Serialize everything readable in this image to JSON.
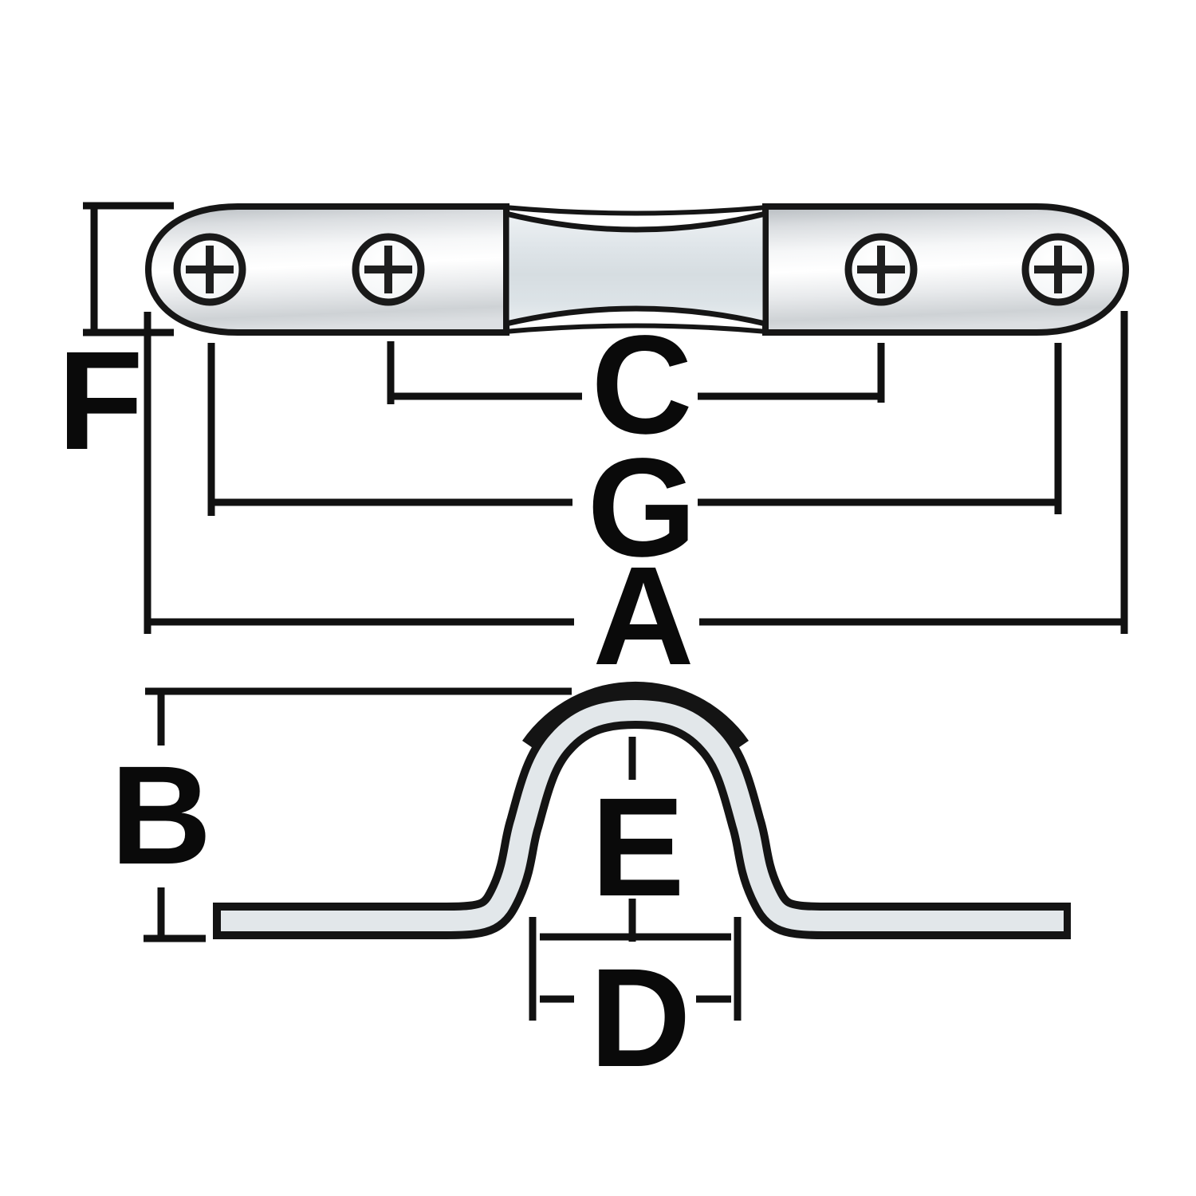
{
  "page": {
    "background": "#ffffff",
    "description_labels_visible": [
      "F",
      "C",
      "G",
      "A",
      "B",
      "E",
      "D"
    ]
  },
  "dimension_labels": {
    "f": "F",
    "c": "C",
    "g": "G",
    "a": "A",
    "b": "B",
    "e": "E",
    "d": "D"
  },
  "icons": {
    "screw": "phillips-screw-icon",
    "screw_count": 4
  },
  "colors": {
    "outline": "#161616",
    "dimension_line": "#111111",
    "label_text": "#0a0a0a",
    "metal_highlight": "#ffffff",
    "metal_shadow": "#bcc1c5",
    "neck_fill": "#d8dfe3",
    "profile_fill": "#e2e7ea",
    "screw_fill": "#f7f9fa",
    "background": "#ffffff"
  }
}
